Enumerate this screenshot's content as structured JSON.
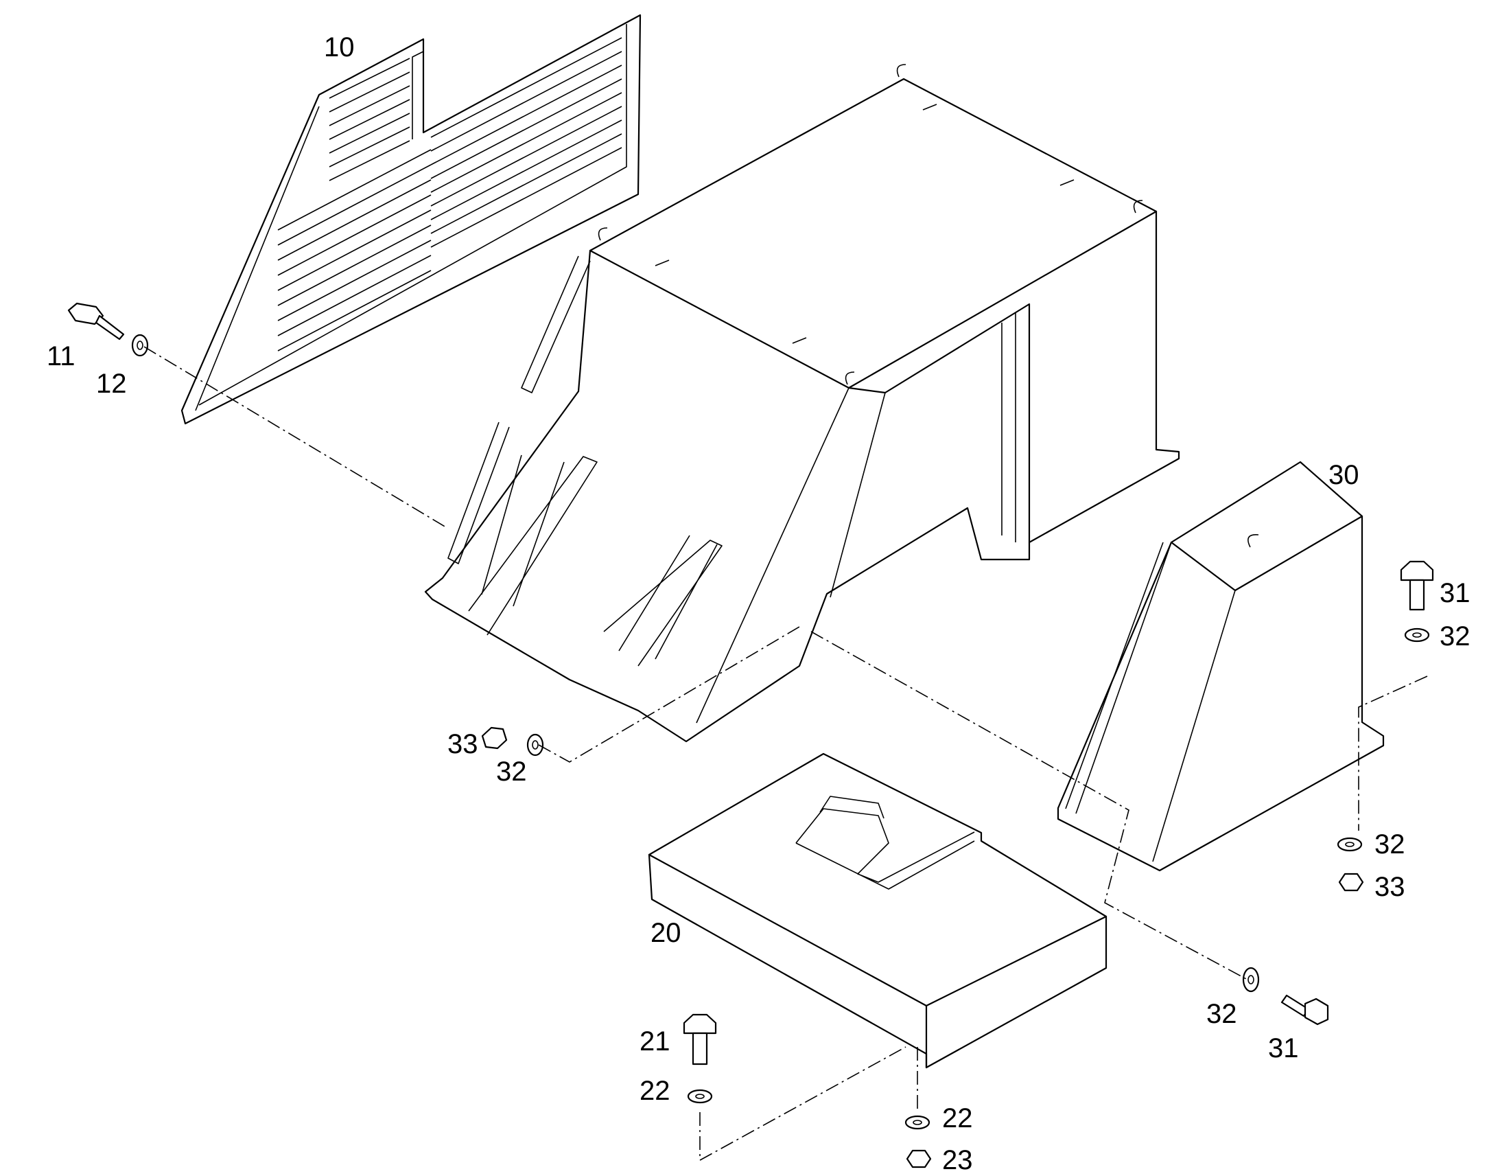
{
  "callouts": {
    "c10": "10",
    "c11": "11",
    "c12": "12",
    "c20": "20",
    "c21": "21",
    "c22a": "22",
    "c22b": "22",
    "c23": "23",
    "c30": "30",
    "c31a": "31",
    "c31b": "31",
    "c32a": "32",
    "c32b": "32",
    "c32c": "32",
    "c32d": "32",
    "c33a": "33",
    "c33b": "33"
  }
}
